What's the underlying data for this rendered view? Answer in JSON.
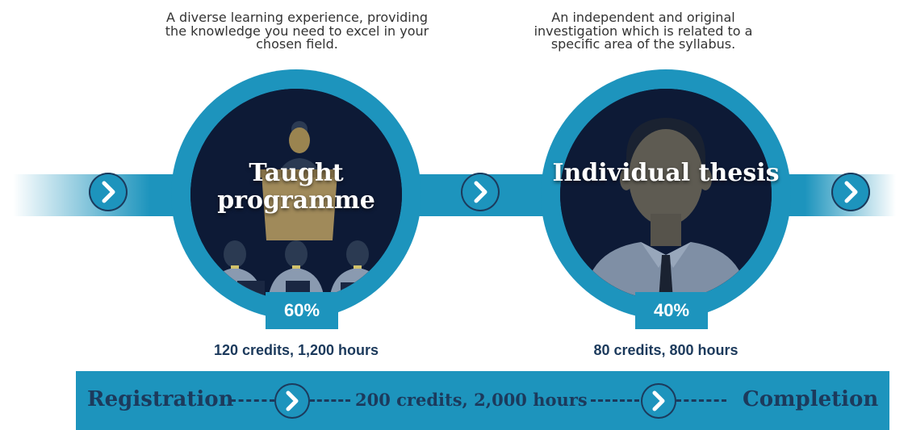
{
  "stages": [
    {
      "description": "A diverse learning experience, providing the knowledge you need to excel in your chosen field.",
      "title": "Taught programme",
      "percentage": "60%",
      "credits": "120 credits, 1,200 hours"
    },
    {
      "description": "An independent and original investigation which is related to a specific area of the syllabus.",
      "title": "Individual thesis",
      "percentage": "40%",
      "credits": "80 credits, 800 hours"
    }
  ],
  "footer": {
    "start": "Registration",
    "total": "200 credits, 2,000 hours",
    "end": "Completion"
  },
  "icons": {
    "arrow": "chevron-right-icon",
    "left_illustration": "lecture-audience-illustration",
    "right_illustration": "man-portrait-illustration"
  },
  "colors": {
    "accent": "#1d94bd",
    "text_dark": "#1c3a5c",
    "circle_bg": "#0d1a36",
    "skin": "#a08a5a"
  }
}
